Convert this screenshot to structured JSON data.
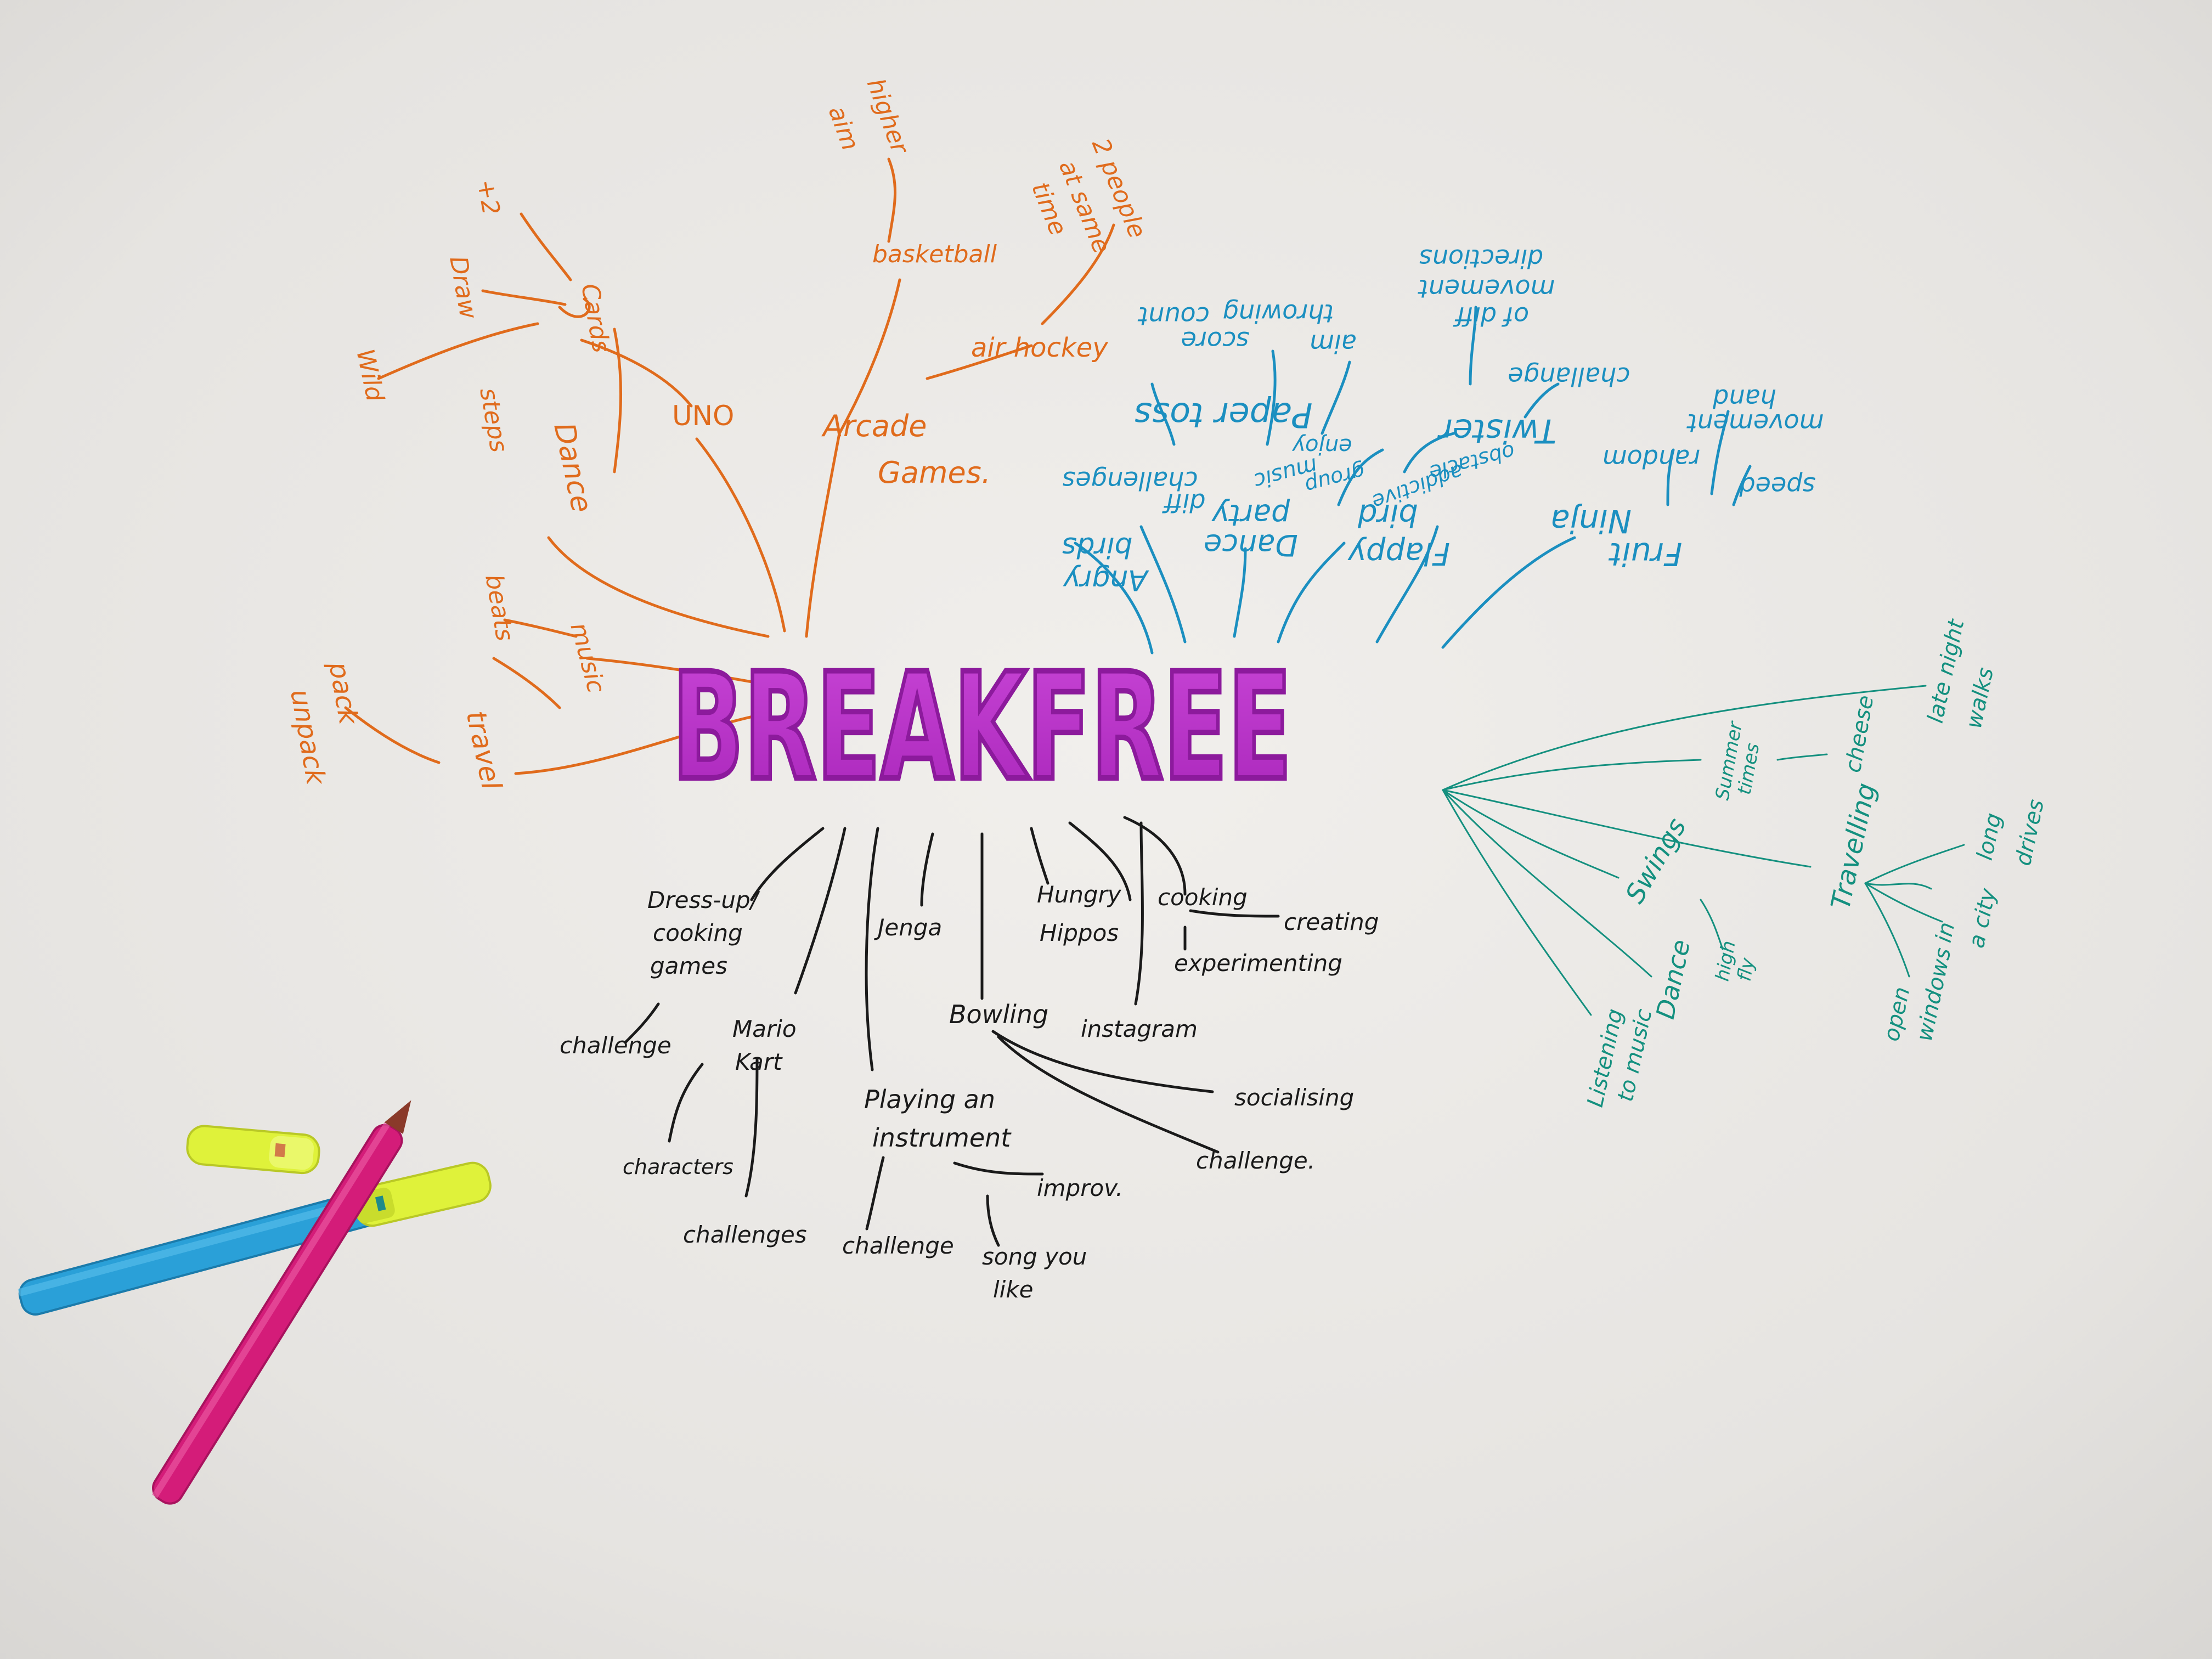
{
  "title": "BREAKFREE",
  "colors": {
    "paper": "#e9e7e4",
    "title": "#b62fc7",
    "orange": "#e06b1c",
    "blue": "#1b8fc0",
    "teal": "#14907f",
    "black": "#1a1a1a",
    "pen_blue": "#2aa0d8",
    "pen_pink": "#d41c79",
    "highlighter": "#dff23a"
  },
  "orange": {
    "cards": "Cards",
    "plus2": "+2",
    "draw": "Draw",
    "wild": "Wild",
    "uno": "UNO",
    "steps": "steps",
    "dance": "Dance",
    "beats": "beats",
    "music": "music",
    "travel": "travel",
    "pack": "pack",
    "unpack": "unpack",
    "arcade1": "Arcade",
    "arcade2": "Games.",
    "basketball": "basketball",
    "higher": "higher",
    "aim": "aim",
    "air_hockey": "air hockey",
    "two_people1": "2 people",
    "two_people2": "at same",
    "two_people3": "time"
  },
  "blue": {
    "paper_toss": "Paper toss",
    "throwing1": "throwing",
    "throwing2": "aim",
    "score": "score",
    "count": "count",
    "twister": "Twister",
    "challenge": "challange",
    "obstacle": "obstacle",
    "movement1": "movement",
    "movement2": "of diff",
    "movement3": "directions",
    "fruit_ninja1": "Fruit",
    "fruit_ninja2": "Ninja",
    "speed": "speed",
    "random": "random",
    "hand1": "hand",
    "hand2": "movement",
    "flappy1": "Flappy",
    "flappy2": "bird",
    "addictive": "addictive",
    "dance_party1": "Dance",
    "dance_party2": "party",
    "group": "group",
    "enjoy1": "enjoy",
    "enjoy2": "music",
    "angry1": "Angry",
    "angry2": "birds",
    "diff1": "diff",
    "diff2": "challenges"
  },
  "teal": {
    "late1": "late night",
    "late2": "walks",
    "summer1": "Summer",
    "summer2": "times",
    "cheese": "cheese",
    "travelling": "Travelling",
    "long1": "long",
    "long2": "drives",
    "in_city1": "in",
    "in_city2": "a city",
    "open1": "open",
    "open2": "windows",
    "swings": "Swings",
    "high1": "high",
    "high2": "fly",
    "dance": "Dance",
    "listen1": "Listening",
    "listen2": "to music"
  },
  "black": {
    "dress1": "Dress-up/",
    "dress2": "cooking",
    "dress3": "games",
    "jenga": "Jenga",
    "hippos1": "Hungry",
    "hippos2": "Hippos",
    "cooking": "cooking",
    "creating": "creating",
    "experimenting": "experimenting",
    "challenge_l": "challenge",
    "mario1": "Mario",
    "mario2": "Kart",
    "bowling": "Bowling",
    "instagram": "instagram",
    "socialising": "socialising",
    "challenge_r": "challenge.",
    "playing1": "Playing an",
    "playing2": "instrument",
    "improv": "improv.",
    "characters": "characters",
    "challenges": "challenges",
    "challenge_b": "challenge",
    "song1": "song you",
    "song2": "like"
  }
}
